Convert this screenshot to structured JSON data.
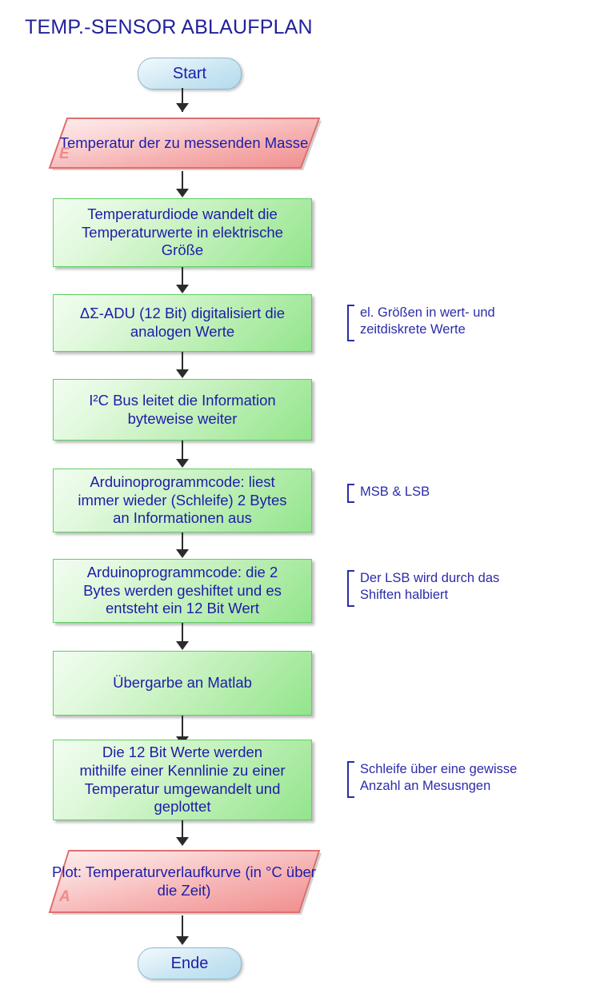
{
  "diagram": {
    "title": "TEMP.-SENSOR ABLAUFPLAN",
    "colors": {
      "title_text": "#21219b",
      "node_text": "#1d1da8",
      "annotation_text": "#2c2cab",
      "process_fill": "#92e58c",
      "process_border": "#5fcf62",
      "io_fill": "#f08a8a",
      "io_border": "#e06e6e",
      "terminator_fill": "#b5dcee",
      "terminator_border": "#8fb8cc",
      "connector": "#2b2b2b",
      "tag_text": "#f08a8a"
    },
    "nodes": [
      {
        "id": "start",
        "type": "terminator",
        "label": "Start"
      },
      {
        "id": "input",
        "type": "io",
        "tag": "E",
        "label": "Temperatur der zu\nmessenden Masse"
      },
      {
        "id": "p1",
        "type": "process",
        "label": "Temperaturdiode wandelt die\nTemperaturwerte in elektrische\nGröße"
      },
      {
        "id": "p2",
        "type": "process",
        "label": "ΔΣ-ADU (12 Bit) digitalisiert die\nanalogen Werte"
      },
      {
        "id": "p3",
        "type": "process",
        "label": "I²C Bus leitet die Information\nbyteweise weiter"
      },
      {
        "id": "p4",
        "type": "process",
        "label": "Arduinoprogrammcode: liest\nimmer wieder (Schleife) 2 Bytes\nan Informationen aus"
      },
      {
        "id": "p5",
        "type": "process",
        "label": "Arduinoprogrammcode: die 2\nBytes werden geshiftet und es\nentsteht ein 12 Bit Wert"
      },
      {
        "id": "p6",
        "type": "process",
        "label": "Übergarbe an Matlab"
      },
      {
        "id": "p7",
        "type": "process",
        "label": "Die 12 Bit Werte werden\nmithilfe einer Kennlinie zu einer\nTemperatur umgewandelt und\ngeplottet"
      },
      {
        "id": "output",
        "type": "io",
        "tag": "A",
        "label": "Plot:\nTemperaturverlaufkurve (in\n°C über die Zeit)"
      },
      {
        "id": "end",
        "type": "terminator",
        "label": "Ende"
      }
    ],
    "annotations": [
      {
        "id": "n1",
        "for": "p2",
        "text": "el. Größen in wert- und\nzeitdiskrete Werte"
      },
      {
        "id": "n2",
        "for": "p4",
        "text": "MSB & LSB"
      },
      {
        "id": "n3",
        "for": "p5",
        "text": "Der LSB wird durch das\nShiften halbiert"
      },
      {
        "id": "n4",
        "for": "p7",
        "text": "Schleife über eine gewisse\nAnzahl an Mesusngen"
      }
    ]
  }
}
